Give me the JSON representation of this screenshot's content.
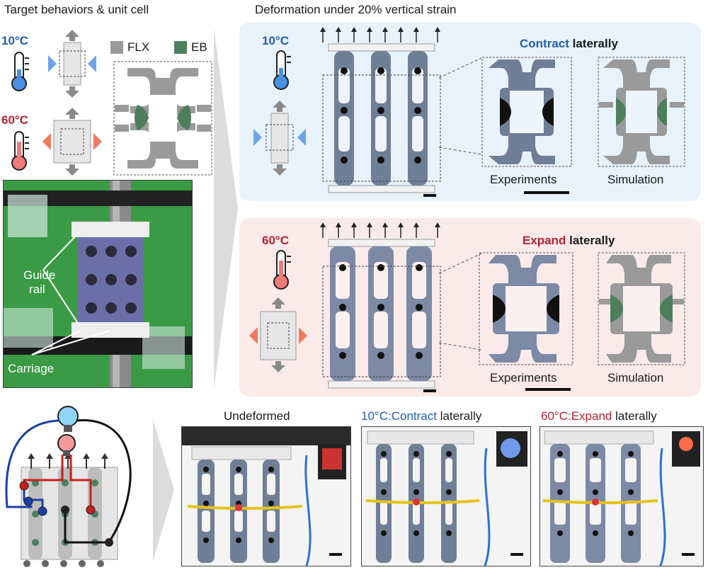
{
  "titles": {
    "left": "Target behaviors & unit cell",
    "right": "Deformation under 20% vertical strain"
  },
  "temps": {
    "cold": "10°C",
    "hot": "60°C"
  },
  "legend": {
    "flx": "FLX",
    "eb": "EB"
  },
  "photo_labels": {
    "guide_line1": "Guide",
    "guide_line2": "rail",
    "carriage": "Carriage"
  },
  "panels": {
    "top": {
      "heading_bold": "Contract",
      "heading_rest": " laterally",
      "exp": "Experiments",
      "sim": "Simulation"
    },
    "bottom": {
      "heading_bold": "Expand",
      "heading_rest": " laterally",
      "exp": "Experiments",
      "sim": "Simulation"
    }
  },
  "bottom_row": {
    "undeformed": "Undeformed",
    "cold_prefix": "10°C:",
    "cold_bold": "Contract",
    "cold_rest": " laterally",
    "hot_prefix": "60°C:",
    "hot_bold": "Expand",
    "hot_rest": " laterally"
  },
  "colors": {
    "cold": "#1f5fa8",
    "hot": "#b22234",
    "blue_arrow": "#6fa3e8",
    "red_arrow": "#f07a5e",
    "flx_gray": "#9a9a9a",
    "eb_green": "#4e7f5c",
    "panel_blue": "#e8f2fb",
    "panel_pink": "#fbeaea",
    "bulb_blue": "#8fd3f5",
    "bulb_red": "#f59a9a",
    "wire_red": "#c81e1e",
    "wire_blue": "#1c3ea8"
  },
  "icons": [
    "thermometer-cold-icon",
    "thermometer-hot-icon",
    "light-bulb-blue-icon",
    "light-bulb-red-icon",
    "chevron-right-icon"
  ]
}
